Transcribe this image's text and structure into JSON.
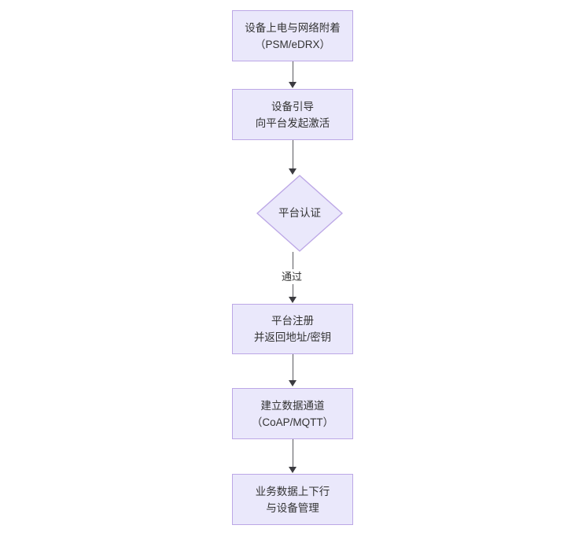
{
  "diagram": {
    "type": "flowchart",
    "orientation": "top-to-bottom",
    "title": "",
    "colors": {
      "node_fill": "#eae8fb",
      "node_border": "#bca7e6",
      "node_text": "#333333",
      "connector": "#59595e",
      "arrowhead": "#3b3b40",
      "canvas_background": "#ffffff"
    },
    "nodes": [
      {
        "id": "n1",
        "shape": "rectangle",
        "line1": "设备上电与网络附着",
        "line2": "（PSM/eDRX）"
      },
      {
        "id": "n2",
        "shape": "rectangle",
        "line1": "设备引导",
        "line2": "向平台发起激活"
      },
      {
        "id": "n3",
        "shape": "diamond",
        "line1": "平台认证",
        "line2": ""
      },
      {
        "id": "n4",
        "shape": "rectangle",
        "line1": "平台注册",
        "line2": "并返回地址/密钥"
      },
      {
        "id": "n5",
        "shape": "rectangle",
        "line1": "建立数据通道",
        "line2": "（CoAP/MQTT）"
      },
      {
        "id": "n6",
        "shape": "rectangle",
        "line1": "业务数据上下行",
        "line2": "与设备管理"
      }
    ],
    "edges": [
      {
        "id": "e1",
        "from": "n1",
        "to": "n2",
        "label": ""
      },
      {
        "id": "e2",
        "from": "n2",
        "to": "n3",
        "label": ""
      },
      {
        "id": "e3",
        "from": "n3",
        "to": "n4",
        "label": "通过"
      },
      {
        "id": "e4",
        "from": "n4",
        "to": "n5",
        "label": ""
      },
      {
        "id": "e5",
        "from": "n5",
        "to": "n6",
        "label": ""
      }
    ]
  }
}
